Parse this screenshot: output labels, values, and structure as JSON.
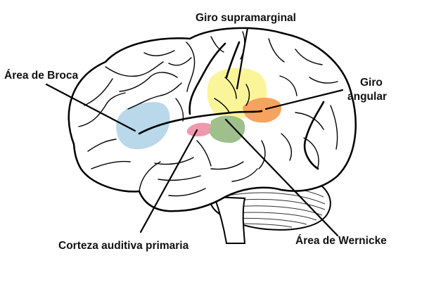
{
  "labels": {
    "broca": "Área de Broca",
    "supramarginal": "Giro supramarginal",
    "angular_line1": "Giro",
    "angular_line2": "angular",
    "auditory": "Corteza auditiva primaria",
    "wernicke": "Área de Wernicke"
  },
  "colors": {
    "broca": "#b9d8ea",
    "supramarginal": "#fbf59a",
    "angular": "#f6a35e",
    "auditory": "#ef98ae",
    "wernicke": "#9fc08c",
    "outline": "#000000",
    "text": "#111111"
  },
  "icons": {
    "brain": "brain-illustration"
  }
}
